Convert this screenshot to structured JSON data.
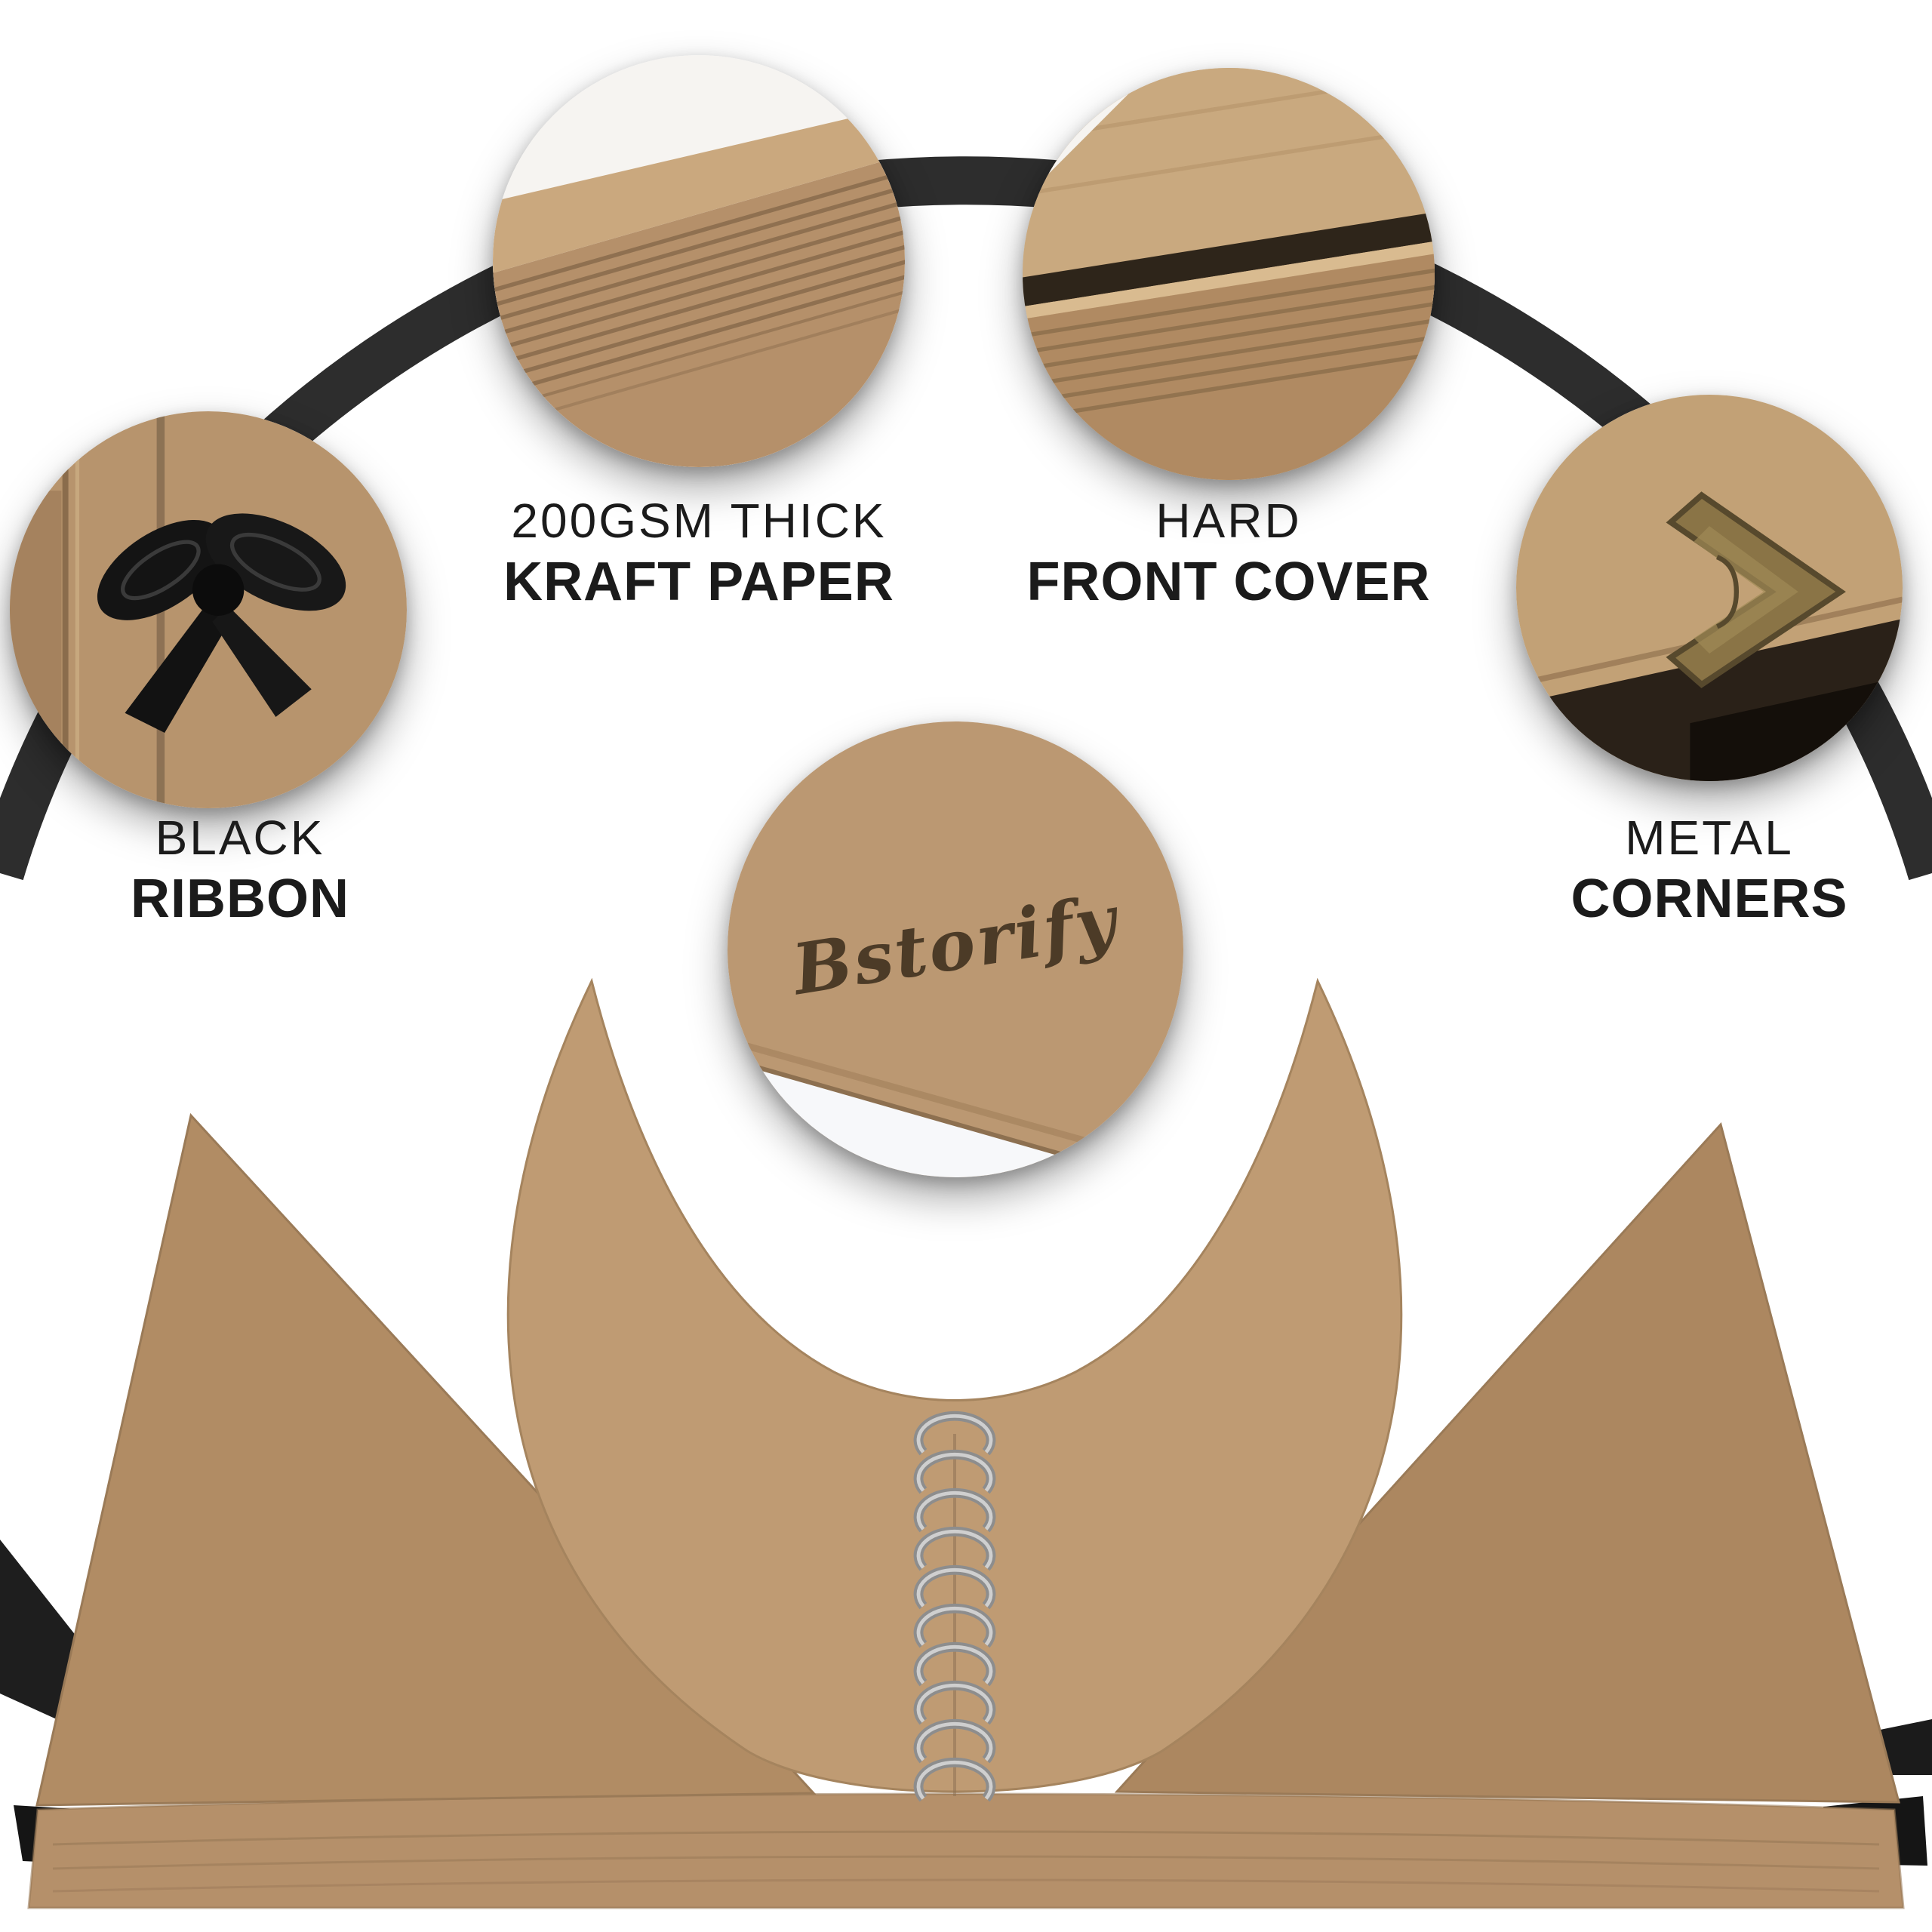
{
  "brand": {
    "logo_text": "Bstorify"
  },
  "callouts": {
    "paper": {
      "line1": "200GSM THICK",
      "line2": "KRAFT PAPER"
    },
    "cover": {
      "line1": "HARD",
      "line2": "FRONT COVER"
    },
    "ribbon": {
      "line1": "BLACK",
      "line2": "RIBBON"
    },
    "corners": {
      "line1": "METAL",
      "line2": "CORNERS"
    }
  },
  "icons": {
    "ribbon_circle": "black-ribbon-bow-photo",
    "paper_circle": "kraft-paper-stack-photo",
    "cover_circle": "hard-cover-edge-photo",
    "corners_circle": "metal-corner-photo",
    "logo_circle": "embossed-brand-logo-photo",
    "binding": "spiral-wire-binding",
    "arc": "black-ribbon-arc"
  },
  "colors": {
    "background": "#ffffff",
    "kraft": "#b7946d",
    "kraft_light": "#c9a87e",
    "kraft_dark": "#a0805c",
    "ribbon_black": "#1c1c1c",
    "arc_black": "#2d2d2d",
    "metal_bronze": "#8a7446",
    "wire_silver": "#8d8d8d",
    "text": "#1b1b1b"
  }
}
